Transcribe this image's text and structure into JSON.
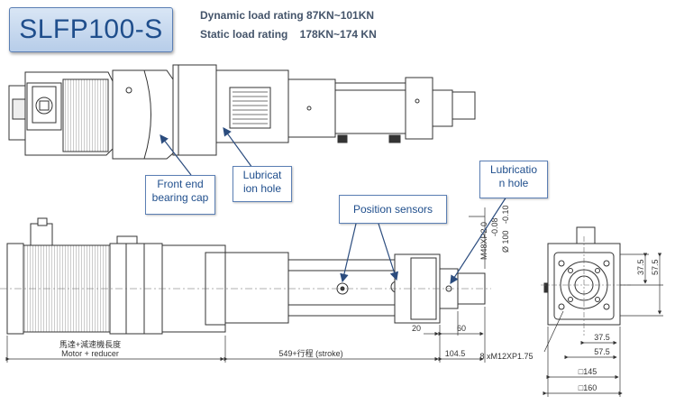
{
  "title": "SLFP100-S",
  "ratings": {
    "dynamic": "Dynamic load rating 87KN~101KN",
    "static": "Static load rating    178KN~174 KN"
  },
  "callouts": {
    "front_end": [
      "Front end",
      "bearing cap"
    ],
    "lubrication_hole_a": [
      "Lubricat",
      "ion hole"
    ],
    "position_sensors": "Position sensors",
    "lubrication_hole_b": [
      "Lubricatio",
      "n hole"
    ]
  },
  "dims": {
    "motor_reducer_cn": "馬達+減速機長度",
    "motor_reducer_en": "Motor + reducer",
    "stroke": "549+行程 (stroke)",
    "d20": "20",
    "d60": "60",
    "d104": "104.5",
    "thread": "M48XP2.0",
    "tol_upper": "-0.08",
    "tol_lower": "-0.10",
    "dia": "Ø 100",
    "bolt": "8 xM12XP1.75",
    "d37_5_a": "37.5",
    "d57_5_a": "57.5",
    "d37_5_b": "37.5",
    "d57_5_b": "57.5",
    "sq145": "□145",
    "sq160": "□160"
  },
  "colors": {
    "line": "#333333",
    "callout_border": "#5b7fb4",
    "callout_text": "#1f4e8c",
    "arrow": "#2b4c7e"
  }
}
